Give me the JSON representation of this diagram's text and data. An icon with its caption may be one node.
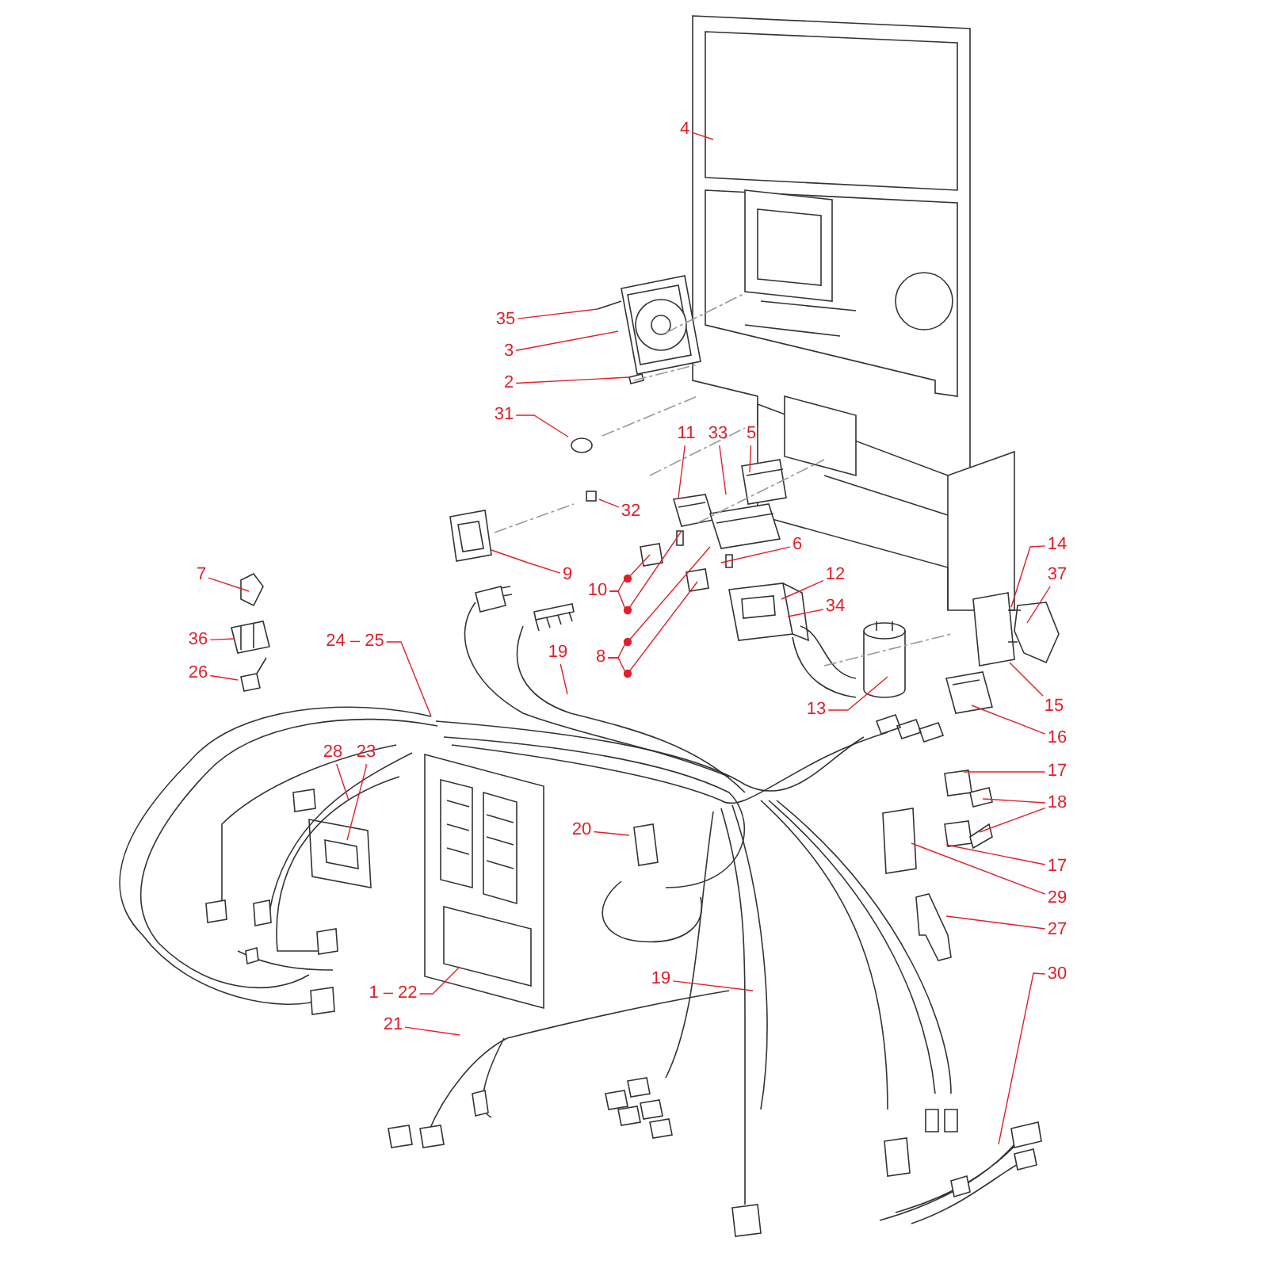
{
  "diagram": {
    "nodes": [
      {
        "text": [
          "4"
        ]
      },
      {
        "text": [
          "35"
        ]
      },
      {
        "text": [
          "3"
        ]
      },
      {
        "text": [
          "2"
        ]
      },
      {
        "text": [
          "31"
        ]
      },
      {
        "text": [
          "11"
        ]
      },
      {
        "text": [
          "33"
        ]
      },
      {
        "text": [
          "5"
        ]
      },
      {
        "text": [
          "32"
        ]
      },
      {
        "text": [
          "6"
        ]
      },
      {
        "text": [
          "9"
        ]
      },
      {
        "text": [
          "7"
        ]
      },
      {
        "text": [
          "10"
        ]
      },
      {
        "text": [
          "12"
        ]
      },
      {
        "text": [
          "14"
        ]
      },
      {
        "text": [
          "37"
        ]
      },
      {
        "text": [
          "34"
        ]
      },
      {
        "text": [
          "8"
        ]
      },
      {
        "text": [
          "36"
        ]
      },
      {
        "text": [
          "24 – 25"
        ]
      },
      {
        "text": [
          "19"
        ]
      },
      {
        "text": [
          "26"
        ]
      },
      {
        "text": [
          "13"
        ]
      },
      {
        "text": [
          "15"
        ]
      },
      {
        "text": [
          "16"
        ]
      },
      {
        "text": [
          "28"
        ]
      },
      {
        "text": [
          "23"
        ]
      },
      {
        "text": [
          "17"
        ]
      },
      {
        "text": [
          "18"
        ]
      },
      {
        "text": [
          "20"
        ]
      },
      {
        "text": [
          "17"
        ]
      },
      {
        "text": [
          "29"
        ]
      },
      {
        "text": [
          "27"
        ]
      },
      {
        "text": [
          "1 – 22"
        ]
      },
      {
        "text": [
          "30"
        ]
      },
      {
        "text": [
          "19"
        ]
      },
      {
        "text": [
          "21"
        ]
      },
      {
        "text": [],
        "shape": "circle"
      },
      {
        "text": [],
        "shape": "box"
      }
    ],
    "edges": [
      {
        "from": 0,
        "to": null,
        "arrow": "none"
      },
      {
        "from": 1,
        "to": null,
        "arrow": "none"
      },
      {
        "from": 2,
        "to": null,
        "arrow": "none"
      },
      {
        "from": 3,
        "to": null,
        "arrow": "none"
      },
      {
        "from": 4,
        "to": 37,
        "arrow": "none"
      },
      {
        "from": 5,
        "to": null,
        "arrow": "none"
      },
      {
        "from": 6,
        "to": null,
        "arrow": "none"
      },
      {
        "from": 7,
        "to": null,
        "arrow": "none"
      },
      {
        "from": 8,
        "to": 38,
        "arrow": "none"
      },
      {
        "from": 9,
        "to": null,
        "arrow": "none"
      },
      {
        "from": 10,
        "to": null,
        "arrow": "none"
      },
      {
        "from": 11,
        "to": null,
        "arrow": "none"
      },
      {
        "from": 12,
        "to": null,
        "arrow": "none"
      },
      {
        "from": 12,
        "to": null,
        "arrow": "none"
      },
      {
        "from": 13,
        "to": null,
        "arrow": "none"
      },
      {
        "from": 14,
        "to": null,
        "arrow": "none"
      },
      {
        "from": 15,
        "to": null,
        "arrow": "none"
      },
      {
        "from": 16,
        "to": null,
        "arrow": "none"
      },
      {
        "from": 17,
        "to": null,
        "arrow": "none"
      },
      {
        "from": 17,
        "to": null,
        "arrow": "none"
      },
      {
        "from": 18,
        "to": null,
        "arrow": "none"
      },
      {
        "from": 19,
        "to": null,
        "arrow": "none"
      },
      {
        "from": 20,
        "to": null,
        "arrow": "none"
      },
      {
        "from": 21,
        "to": null,
        "arrow": "none"
      },
      {
        "from": 22,
        "to": null,
        "arrow": "none"
      },
      {
        "from": 23,
        "to": null,
        "arrow": "none"
      },
      {
        "from": 24,
        "to": null,
        "arrow": "none"
      },
      {
        "from": 25,
        "to": null,
        "arrow": "none"
      },
      {
        "from": 26,
        "to": null,
        "arrow": "none"
      },
      {
        "from": 27,
        "to": null,
        "arrow": "none"
      },
      {
        "from": 28,
        "to": null,
        "arrow": "none"
      },
      {
        "from": 28,
        "to": null,
        "arrow": "none"
      },
      {
        "from": 29,
        "to": null,
        "arrow": "none"
      },
      {
        "from": 30,
        "to": null,
        "arrow": "none"
      },
      {
        "from": 31,
        "to": null,
        "arrow": "none"
      },
      {
        "from": 32,
        "to": null,
        "arrow": "none"
      },
      {
        "from": 33,
        "to": null,
        "arrow": "none"
      },
      {
        "from": 34,
        "to": null,
        "arrow": "none"
      },
      {
        "from": 35,
        "to": null,
        "arrow": "none"
      },
      {
        "from": 36,
        "to": null,
        "arrow": "none"
      }
    ]
  }
}
